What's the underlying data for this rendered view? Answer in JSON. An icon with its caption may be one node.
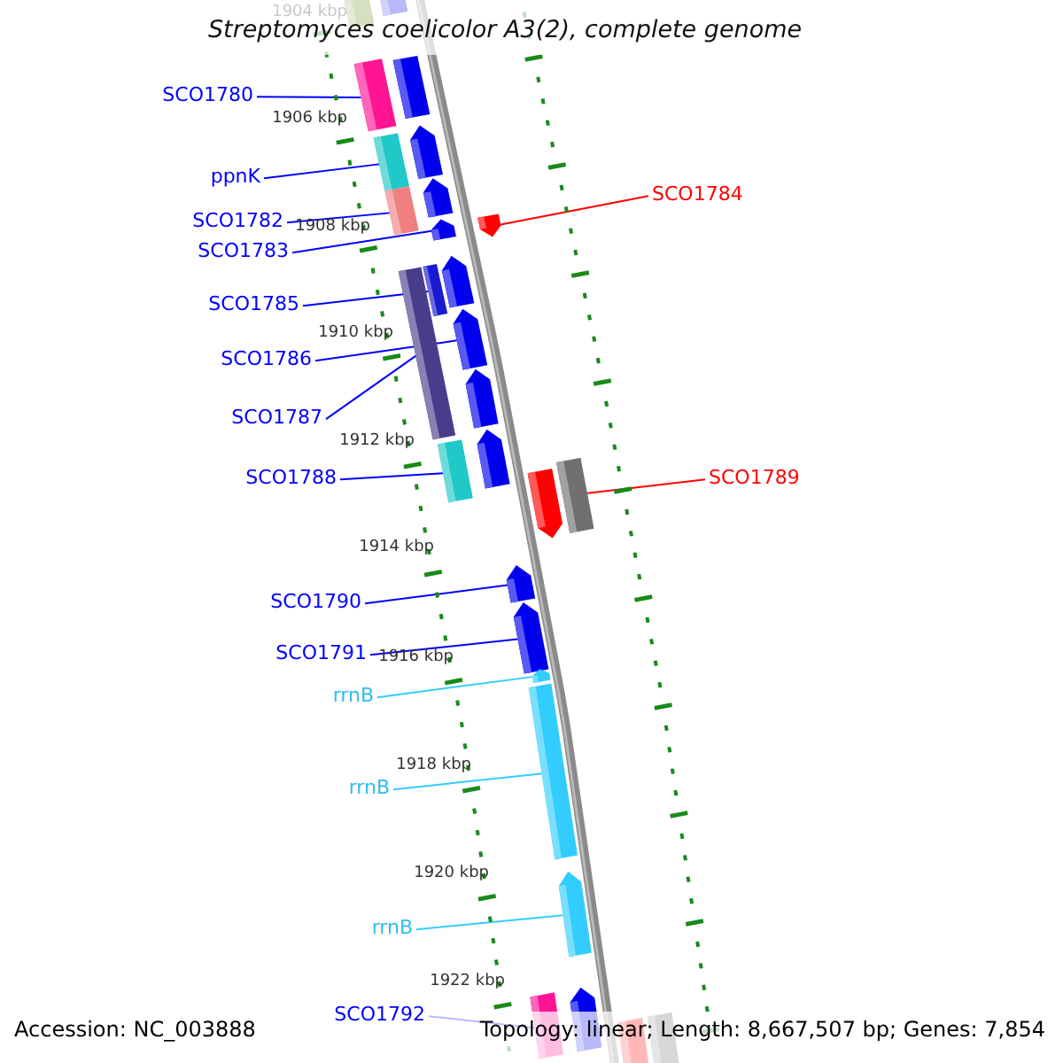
{
  "diagram": {
    "title": "Streptomyces coelicolor A3(2), complete genome",
    "nodes": [
      {
        "text": [
          "SCO1780"
        ]
      },
      {
        "text": [
          "ppnK"
        ]
      },
      {
        "text": [
          "SCO1784"
        ]
      },
      {
        "text": [
          "SCO1782"
        ]
      },
      {
        "text": [
          "SCO1783"
        ]
      },
      {
        "text": [
          "SCO1785"
        ]
      },
      {
        "text": [
          "SCO1786"
        ]
      },
      {
        "text": [
          "SCO1787"
        ]
      },
      {
        "text": [
          "SCO1788"
        ]
      },
      {
        "text": [
          "SCO1789"
        ]
      },
      {
        "text": [
          "SCO1790"
        ]
      },
      {
        "text": [
          "SCO1791"
        ]
      },
      {
        "text": [
          "rrnB"
        ]
      },
      {
        "text": [
          "rrnB"
        ]
      },
      {
        "text": [
          "rrnB"
        ]
      },
      {
        "text": [
          "SCO1792"
        ]
      },
      {
        "text": [],
        "shape": "bar"
      },
      {
        "text": [],
        "shape": "bar"
      },
      {
        "text": [],
        "shape": "bar"
      },
      {
        "text": [],
        "shape": "bar"
      },
      {
        "text": [],
        "shape": "bar"
      },
      {
        "text": [],
        "shape": "bar"
      },
      {
        "text": [],
        "shape": "bar"
      },
      {
        "text": [],
        "shape": "bar"
      },
      {
        "text": [],
        "shape": "bar"
      },
      {
        "text": [],
        "shape": "bar"
      },
      {
        "text": [],
        "shape": "bar"
      },
      {
        "text": [],
        "shape": "bar"
      },
      {
        "text": [],
        "shape": "bar"
      },
      {
        "text": [],
        "shape": "bar"
      },
      {
        "text": [],
        "shape": "bar"
      },
      {
        "text": [],
        "shape": "bar"
      },
      {
        "text": [],
        "shape": "bar"
      },
      {
        "text": [],
        "shape": "bar"
      },
      {
        "text": [],
        "shape": "bar"
      },
      {
        "text": [],
        "shape": "bar"
      },
      {
        "text": [],
        "shape": "bar"
      },
      {
        "text": [],
        "shape": "bar"
      },
      {
        "text": [],
        "shape": "bar"
      },
      {
        "text": [],
        "shape": "bar"
      },
      {
        "text": [],
        "shape": "bar"
      },
      {
        "text": [],
        "shape": "bar"
      },
      {
        "text": [],
        "shape": "bar"
      },
      {
        "text": [],
        "shape": "bar"
      }
    ],
    "edges": [
      {
        "from": 0,
        "to": 16,
        "arrow": "none"
      },
      {
        "from": 1,
        "to": 17,
        "arrow": "none"
      },
      {
        "from": 2,
        "to": 20,
        "arrow": "none",
        "color": "#ff0000"
      },
      {
        "from": 3,
        "to": 18,
        "arrow": "none"
      },
      {
        "from": 4,
        "to": 19,
        "arrow": "none"
      },
      {
        "from": 5,
        "to": 21,
        "arrow": "none"
      },
      {
        "from": 6,
        "to": 22,
        "arrow": "none"
      },
      {
        "from": 7,
        "to": 23,
        "arrow": "none"
      },
      {
        "from": 8,
        "to": 24,
        "arrow": "none"
      },
      {
        "from": 9,
        "to": 25,
        "arrow": "none",
        "color": "#ff0000"
      },
      {
        "from": 10,
        "to": 26,
        "arrow": "none"
      },
      {
        "from": 11,
        "to": 27,
        "arrow": "none"
      },
      {
        "from": 12,
        "to": 28,
        "arrow": "none",
        "color": "#33ccff"
      },
      {
        "from": 13,
        "to": 29,
        "arrow": "none",
        "color": "#33ccff"
      },
      {
        "from": 14,
        "to": 30,
        "arrow": "none",
        "color": "#33ccff"
      },
      {
        "from": 15,
        "to": 31,
        "arrow": "none"
      }
    ],
    "labels": [
      "1904 kbp",
      "1906 kbp",
      "1908 kbp",
      "1910 kbp",
      "1912 kbp",
      "1914 kbp",
      "1916 kbp",
      "1918 kbp",
      "1920 kbp",
      "1922 kbp",
      "Accession: NC_003888",
      "Topology: linear; Length: 8,667,507 bp; Genes: 7,854"
    ]
  }
}
